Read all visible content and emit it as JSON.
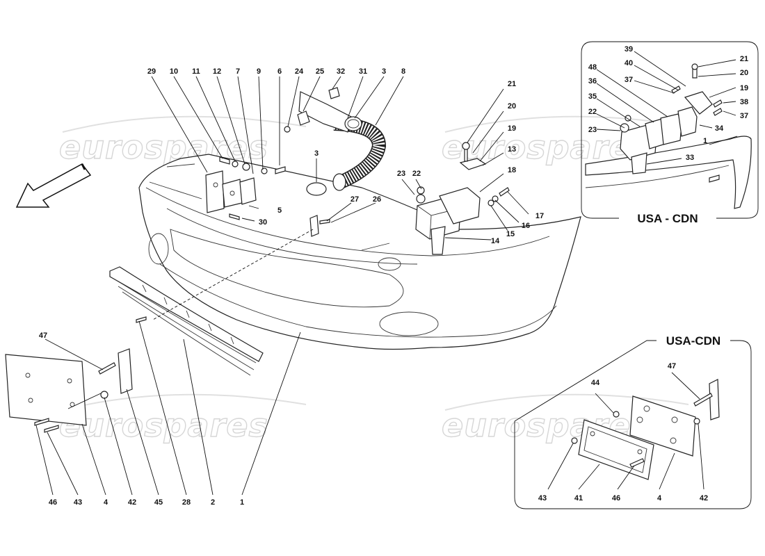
{
  "watermark": "eurospares",
  "insets": {
    "top_right_title": "USA - CDN",
    "bottom_right_title": "USA-CDN"
  },
  "main_labels": {
    "n29": "29",
    "n10": "10",
    "n11": "11",
    "n12": "12",
    "n7": "7",
    "n9": "9",
    "n6": "6",
    "n24": "24",
    "n25": "25",
    "n32": "32",
    "n31": "31",
    "n3a": "3",
    "n8": "8",
    "n3b": "3",
    "n5": "5",
    "n30": "30",
    "n27": "27",
    "n26": "26",
    "n21": "21",
    "n20": "20",
    "n19": "19",
    "n13": "13",
    "n18": "18",
    "n23": "23",
    "n22": "22",
    "n17": "17",
    "n16": "16",
    "n15": "15",
    "n14": "14",
    "n47": "47",
    "n46": "46",
    "n43": "43",
    "n4": "4",
    "n42": "42",
    "n45": "45",
    "n28": "28",
    "n2": "2",
    "n1": "1"
  },
  "inset_top_labels": {
    "n39": "39",
    "n40": "40",
    "n37a": "37",
    "n48": "48",
    "n36": "36",
    "n35": "35",
    "n22": "22",
    "n23": "23",
    "n21": "21",
    "n20": "20",
    "n19": "19",
    "n38": "38",
    "n37b": "37",
    "n34": "34",
    "n1": "1",
    "n33": "33"
  },
  "inset_bottom_labels": {
    "n44": "44",
    "n47": "47",
    "n43": "43",
    "n41": "41",
    "n46": "46",
    "n4": "4",
    "n42": "42"
  }
}
